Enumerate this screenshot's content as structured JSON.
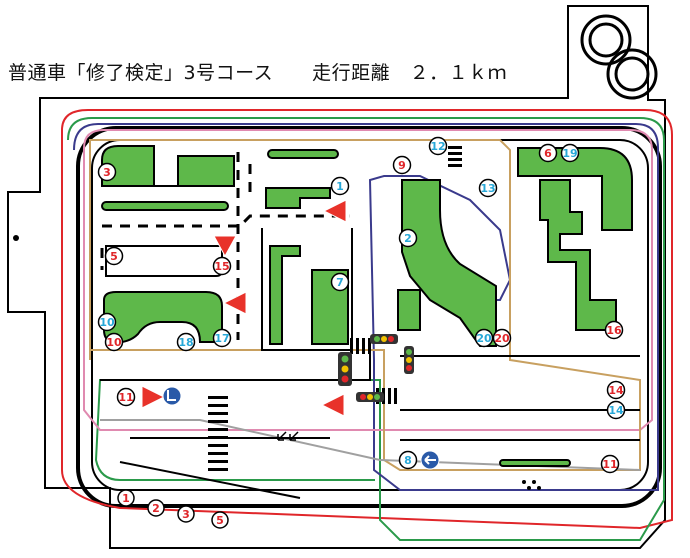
{
  "title": "普通車「修了検定」3号コース　　走行距離　２．１ｋｍ",
  "colors": {
    "grass": "#5eb84a",
    "route_red": "#e0262a",
    "route_green": "#2a9a4a",
    "route_navy": "#3a3a8c",
    "route_pink": "#e08ab0",
    "route_tan": "#c8a060",
    "route_gray": "#a0a0a0",
    "marker_red": "#e0262a",
    "marker_blue": "#28a8d8",
    "sign_red": "#e8322a",
    "sign_blue": "#2a5aa8"
  },
  "markers": [
    {
      "label": "1",
      "color": "blue"
    },
    {
      "label": "2",
      "color": "blue"
    },
    {
      "label": "3",
      "color": "red"
    },
    {
      "label": "5",
      "color": "red"
    },
    {
      "label": "6",
      "color": "red"
    },
    {
      "label": "7",
      "color": "blue"
    },
    {
      "label": "8",
      "color": "blue"
    },
    {
      "label": "9",
      "color": "red"
    },
    {
      "label": "10",
      "color": "blue"
    },
    {
      "label": "10",
      "color": "red"
    },
    {
      "label": "11",
      "color": "red"
    },
    {
      "label": "11",
      "color": "red"
    },
    {
      "label": "12",
      "color": "blue"
    },
    {
      "label": "13",
      "color": "blue"
    },
    {
      "label": "14",
      "color": "red"
    },
    {
      "label": "14",
      "color": "blue"
    },
    {
      "label": "15",
      "color": "red"
    },
    {
      "label": "16",
      "color": "red"
    },
    {
      "label": "17",
      "color": "blue"
    },
    {
      "label": "18",
      "color": "blue"
    },
    {
      "label": "19",
      "color": "blue"
    },
    {
      "label": "20",
      "color": "blue"
    },
    {
      "label": "20",
      "color": "red"
    }
  ],
  "parking_markers": [
    "1",
    "2",
    "3",
    "5"
  ]
}
